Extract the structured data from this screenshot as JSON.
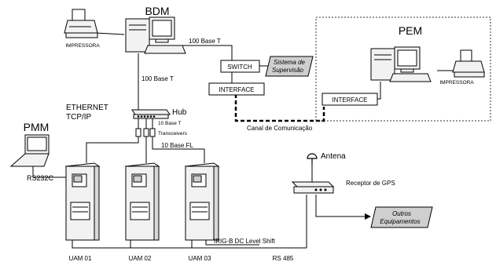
{
  "labels": {
    "bdm": "BDM",
    "pem": "PEM",
    "pmm": "PMM",
    "impressora_left": "IMPRESSORA",
    "impressora_right": "IMPRESSORA",
    "base_t_top": "100 Base T",
    "base_t_left": "100 Base T",
    "switch": "SWITCH",
    "interface_left": "INTERFACE",
    "interface_right": "INTERFACE",
    "supervisao_1": "Sistema de",
    "supervisao_2": "Supervisão",
    "canal": "Canal de Comunicação",
    "ethernet": "ETHERNET",
    "tcpip": "TCP/IP",
    "hub": "Hub",
    "base_10t": "10 Base T",
    "transceivers": "Transceivers",
    "base_10fl": "10 Base FL",
    "rs232c": "RS232C",
    "antena": "Antena",
    "receptor_gps": "Receptor de GPS",
    "outros_1": "Outros",
    "outros_2": "Equipamentos",
    "irig": "IRIG-B DC Level Shift",
    "uam01": "UAM 01",
    "uam02": "UAM 02",
    "uam03": "UAM 03",
    "rs485": "RS 485"
  },
  "colors": {
    "line": "#000000",
    "panel_fill": "#f2f2f2",
    "callout_fill": "#cfcfcf",
    "dashed_border": "#333333"
  },
  "icons": {
    "printer": "printer-icon",
    "computer": "desktop-computer-icon",
    "laptop": "laptop-icon",
    "hub": "network-hub-icon",
    "cabinet": "equipment-cabinet-icon",
    "antenna": "antenna-icon",
    "gps": "gps-receiver-icon"
  }
}
